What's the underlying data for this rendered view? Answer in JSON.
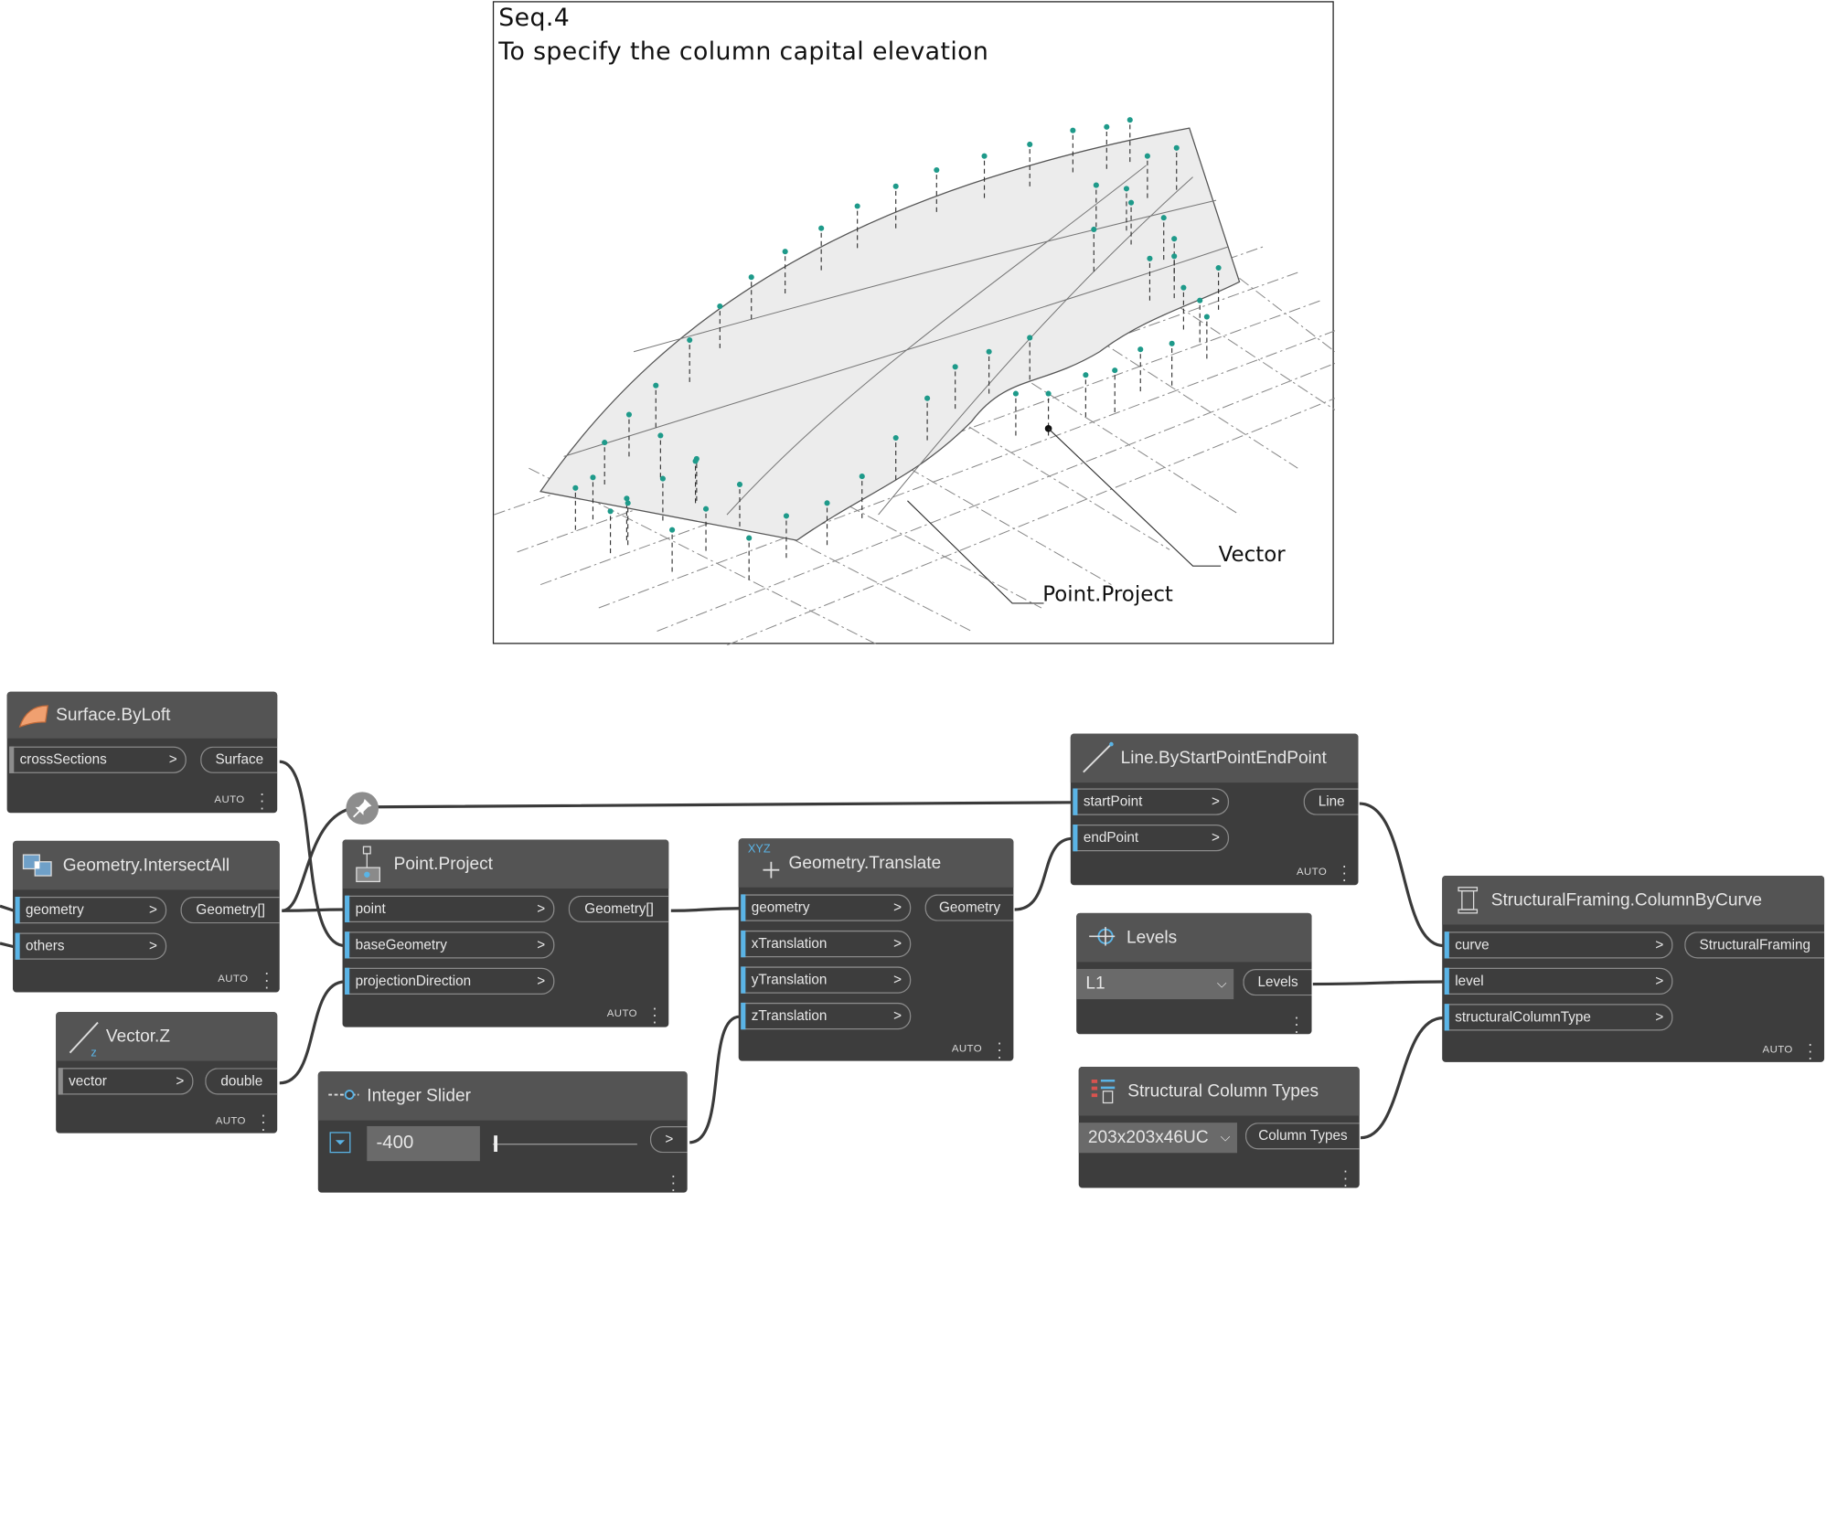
{
  "illustration": {
    "line1": "Seq.4",
    "line2": "To specify the column capital elevation",
    "callout_vector": "Vector",
    "callout_project": "Point.Project"
  },
  "nodes": {
    "surface_byloft": {
      "title": "Surface.ByLoft",
      "inputs": [
        "crossSections"
      ],
      "output": "Surface",
      "lacing": "AUTO"
    },
    "geometry_intersectall": {
      "title": "Geometry.IntersectAll",
      "inputs": [
        "geometry",
        "others"
      ],
      "output": "Geometry[]",
      "lacing": "AUTO"
    },
    "vector_z": {
      "title": "Vector.Z",
      "inputs": [
        "vector"
      ],
      "output": "double",
      "lacing": "AUTO"
    },
    "point_project": {
      "title": "Point.Project",
      "inputs": [
        "point",
        "baseGeometry",
        "projectionDirection"
      ],
      "output": "Geometry[]",
      "lacing": "AUTO"
    },
    "integer_slider": {
      "title": "Integer Slider",
      "value": "-400",
      "output": ">"
    },
    "geometry_translate": {
      "title": "Geometry.Translate",
      "icon_label": "XYZ",
      "inputs": [
        "geometry",
        "xTranslation",
        "yTranslation",
        "zTranslation"
      ],
      "output": "Geometry",
      "lacing": "AUTO"
    },
    "line_bystartpointendpoint": {
      "title": "Line.ByStartPointEndPoint",
      "inputs": [
        "startPoint",
        "endPoint"
      ],
      "output": "Line",
      "lacing": "AUTO"
    },
    "levels": {
      "title": "Levels",
      "selected": "L1",
      "output": "Levels"
    },
    "structural_column_types": {
      "title": "Structural Column Types",
      "selected": "203x203x46UC",
      "output": "Column Types"
    },
    "columnbycurve": {
      "title": "StructuralFraming.ColumnByCurve",
      "inputs": [
        "curve",
        "level",
        "structuralColumnType"
      ],
      "output": "StructuralFraming",
      "lacing": "AUTO"
    }
  },
  "colors": {
    "node_body": "#3d3d3d",
    "node_header": "#545454",
    "port_stripe": "#5ab4e6",
    "wire": "#3a3a3a",
    "point_marker": "#1e9a8a"
  }
}
